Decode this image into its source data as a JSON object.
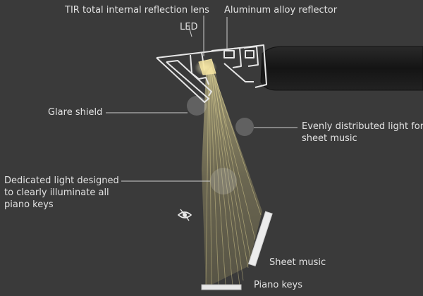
{
  "labels": {
    "tir_lens": "TIR total internal reflection lens",
    "reflector": "Aluminum alloy reflector",
    "led": "LED",
    "glare_shield": "Glare shield",
    "evenly_line1": "Evenly distributed light for",
    "evenly_line2": "sheet music",
    "dedicated_line1": "Dedicated light designed",
    "dedicated_line2": "to  clearly  illuminate  all",
    "dedicated_line3": "piano keys",
    "sheet_music": "Sheet music",
    "piano_keys": "Piano keys"
  },
  "icons": {
    "eye": "eye-icon"
  },
  "colors": {
    "background": "#3a3a3a",
    "light_beam": "#f3e6a0",
    "fixture_outline": "#e8e8e8",
    "arm": "#1c1c1c",
    "text": "#e2e2e2"
  }
}
